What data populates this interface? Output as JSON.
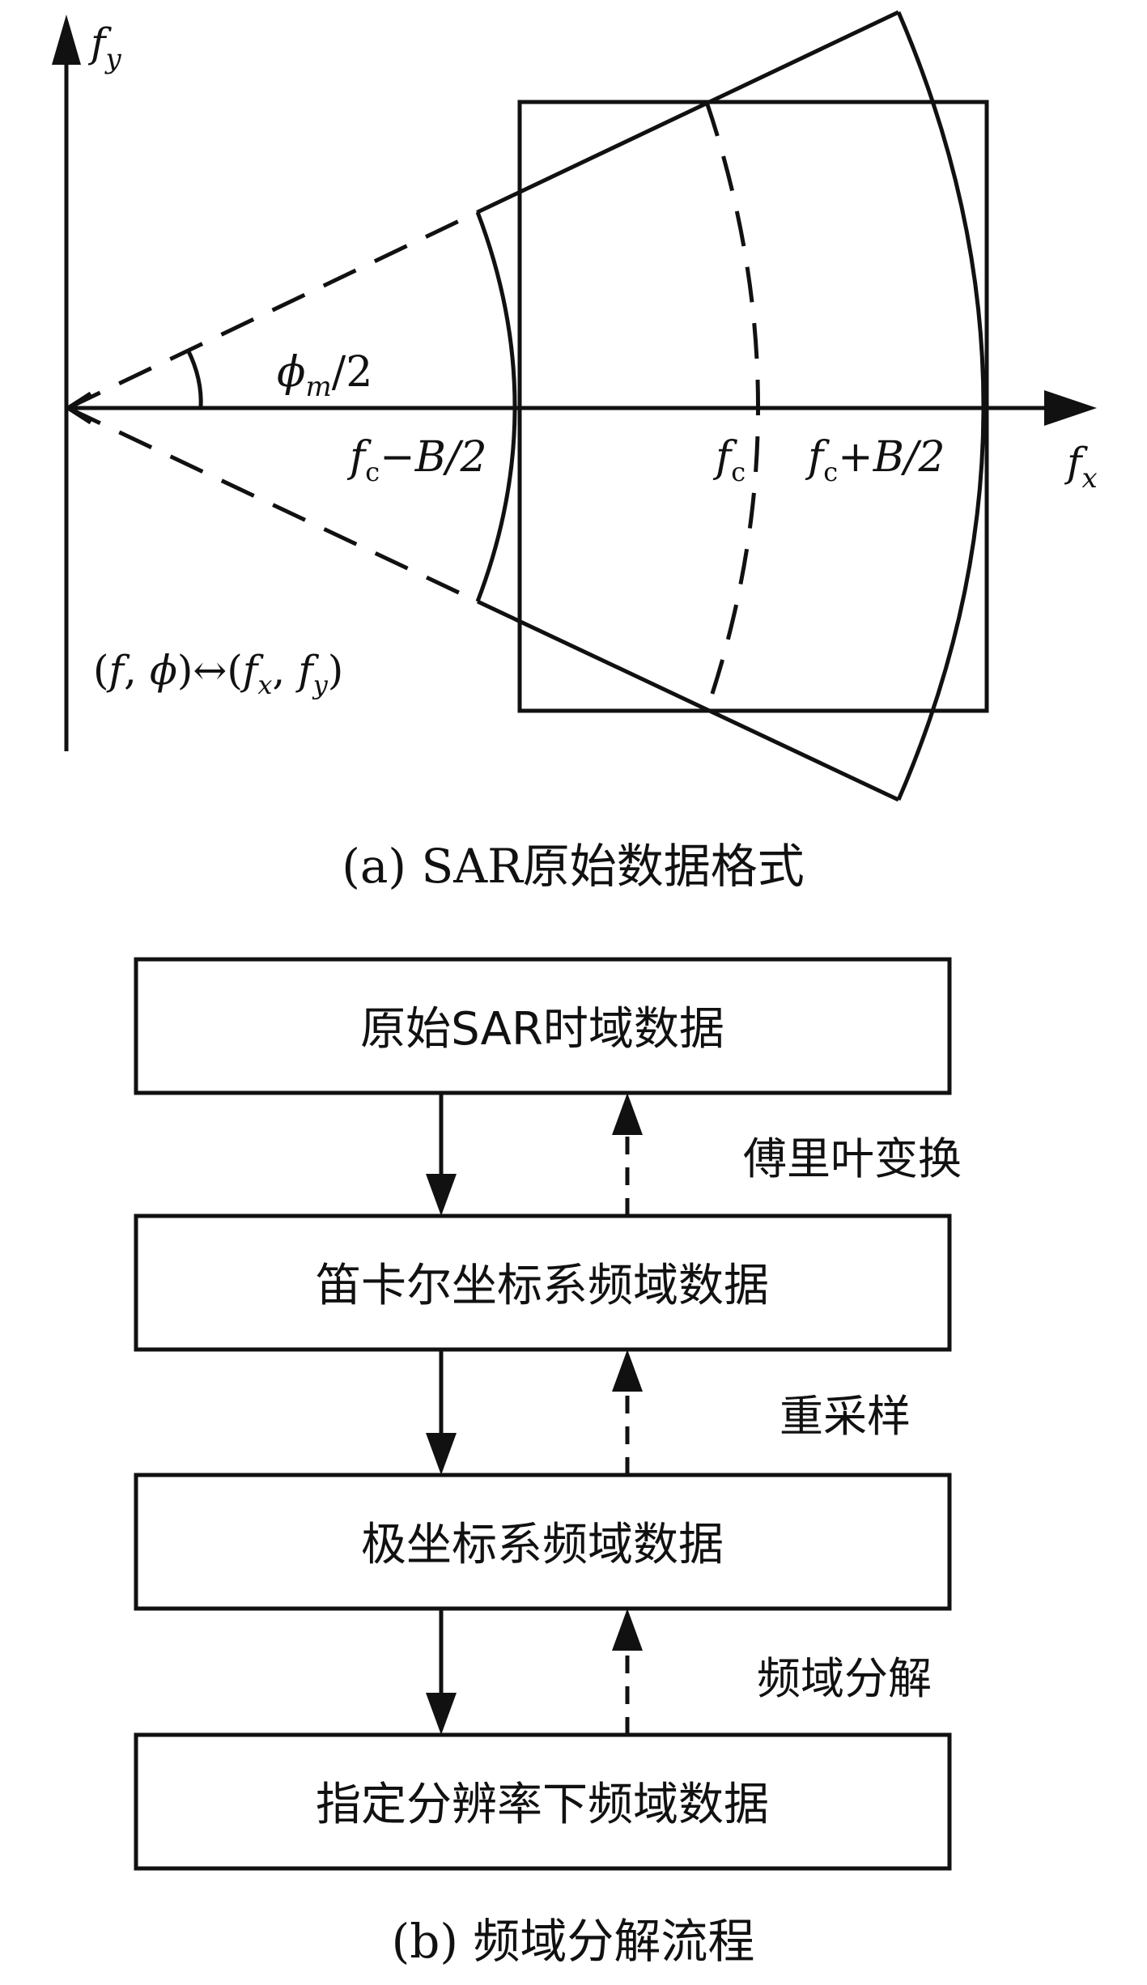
{
  "diagram_a": {
    "axis_fy": {
      "base": "f",
      "sub": "y"
    },
    "axis_fx": {
      "base": "f",
      "sub": "x"
    },
    "angle_label": {
      "phi": "ϕ",
      "sub": "m",
      "rest": "/2"
    },
    "tick_low": {
      "f": "f",
      "sub": "c",
      "rest": "−B/2"
    },
    "tick_center": {
      "f": "f",
      "sub": "c"
    },
    "tick_high": {
      "f": "f",
      "sub": "c",
      "rest": "+B/2"
    },
    "mapping": {
      "open": "(",
      "f": "f",
      "comma1": ", ",
      "phi": "ϕ",
      "arrow": ")↔(",
      "fx": "f",
      "fx_sub": "x",
      "comma2": ", ",
      "fy": "f",
      "fy_sub": "y",
      "close": ")"
    },
    "caption": "(a) SAR原始数据格式"
  },
  "diagram_b": {
    "boxes": [
      "原始SAR时域数据",
      "笛卡尔坐标系频域数据",
      "极坐标系频域数据",
      "指定分辨率下频域数据"
    ],
    "edge_labels": [
      "傅里叶变换",
      "重采样",
      "频域分解"
    ],
    "caption": "(b) 频域分解流程"
  }
}
